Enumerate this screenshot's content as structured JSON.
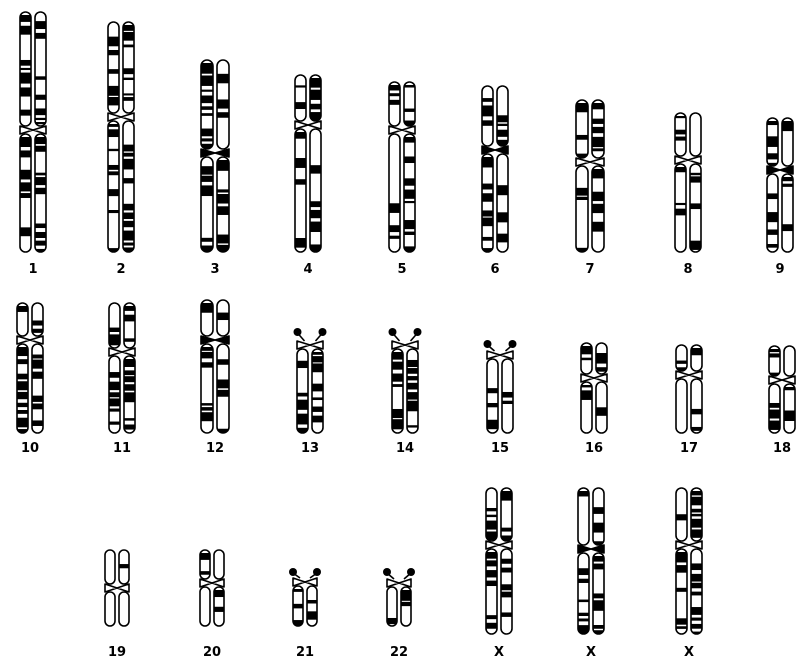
{
  "diagram": {
    "type": "karyotype",
    "background": "#ffffff",
    "ink_color": "#000000",
    "chromosomes": [
      {
        "label": "1",
        "shape": "metacentric",
        "satellite": false,
        "banding": "dense"
      },
      {
        "label": "2",
        "shape": "submetacentric",
        "satellite": false,
        "banding": "dense"
      },
      {
        "label": "3",
        "shape": "metacentric",
        "satellite": false,
        "banding": "dense"
      },
      {
        "label": "4",
        "shape": "submetacentric",
        "satellite": false,
        "banding": "dense"
      },
      {
        "label": "5",
        "shape": "submetacentric",
        "satellite": false,
        "banding": "dense"
      },
      {
        "label": "6",
        "shape": "submetacentric",
        "satellite": false,
        "banding": "dense"
      },
      {
        "label": "7",
        "shape": "submetacentric",
        "satellite": false,
        "banding": "dense"
      },
      {
        "label": "8",
        "shape": "submetacentric",
        "satellite": false,
        "banding": "dense"
      },
      {
        "label": "9",
        "shape": "submetacentric",
        "satellite": false,
        "banding": "dense"
      },
      {
        "label": "10",
        "shape": "submetacentric",
        "satellite": false,
        "banding": "dense"
      },
      {
        "label": "11",
        "shape": "submetacentric",
        "satellite": false,
        "banding": "dense"
      },
      {
        "label": "12",
        "shape": "submetacentric",
        "satellite": false,
        "banding": "dense"
      },
      {
        "label": "13",
        "shape": "acrocentric",
        "satellite": true,
        "banding": "dense"
      },
      {
        "label": "14",
        "shape": "acrocentric",
        "satellite": true,
        "banding": "dense"
      },
      {
        "label": "15",
        "shape": "acrocentric",
        "satellite": true,
        "banding": "medium"
      },
      {
        "label": "16",
        "shape": "metacentric",
        "satellite": false,
        "banding": "dense"
      },
      {
        "label": "17",
        "shape": "submetacentric",
        "satellite": false,
        "banding": "medium"
      },
      {
        "label": "18",
        "shape": "submetacentric",
        "satellite": false,
        "banding": "medium"
      },
      {
        "label": "19",
        "shape": "metacentric",
        "satellite": false,
        "banding": "light"
      },
      {
        "label": "20",
        "shape": "metacentric",
        "satellite": false,
        "banding": "medium"
      },
      {
        "label": "21",
        "shape": "acrocentric",
        "satellite": true,
        "banding": "medium"
      },
      {
        "label": "22",
        "shape": "acrocentric",
        "satellite": true,
        "banding": "light"
      },
      {
        "label": "X",
        "shape": "submetacentric",
        "satellite": false,
        "banding": "dense"
      },
      {
        "label": "X",
        "shape": "submetacentric",
        "satellite": false,
        "banding": "dense"
      },
      {
        "label": "X",
        "shape": "submetacentric",
        "satellite": false,
        "banding": "dense"
      }
    ]
  }
}
